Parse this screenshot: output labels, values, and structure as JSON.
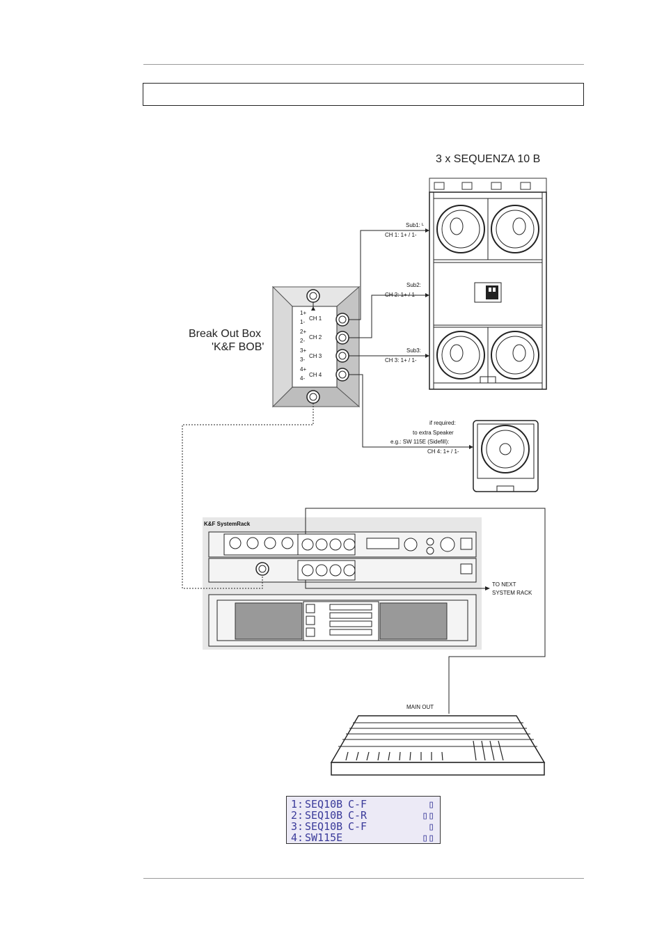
{
  "page": {
    "header_box_text": ""
  },
  "diagram": {
    "array_title": "3 x SEQUENZA 10 B",
    "bob_title_line1": "Break Out Box",
    "bob_title_line2": "'K&F BOB'",
    "bob_channels": [
      {
        "plus": "1+",
        "minus": "1-",
        "label": "CH 1"
      },
      {
        "plus": "2+",
        "minus": "2-",
        "label": "CH 2"
      },
      {
        "plus": "3+",
        "minus": "3-",
        "label": "CH 3"
      },
      {
        "plus": "4+",
        "minus": "4-",
        "label": "CH 4"
      }
    ],
    "sub1_name": "Sub1: ᴸ",
    "sub1_ch": "CH 1: 1+ / 1-",
    "sub2_name": "Sub2:",
    "sub2_ch": "CH 2: 1+ / 1-",
    "sub3_name": "Sub3:",
    "sub3_ch": "CH 3: 1+ / 1-",
    "extra_line1": "if required:",
    "extra_line2": "to extra Speaker",
    "extra_line3": "e.g.: SW 115E (Sidefill):",
    "extra_ch": "CH 4: 1+ / 1-",
    "rack_title": "K&F SystemRack",
    "next_rack_line1": "TO NEXT",
    "next_rack_line2": "SYSTEM RACK",
    "main_out": "MAIN OUT"
  },
  "lcd": {
    "rows": [
      {
        "num": "1:",
        "model": "SEQ10B",
        "pos": "C-F",
        "status": "▯"
      },
      {
        "num": "2:",
        "model": "SEQ10B",
        "pos": "C-R",
        "status": "▯▯"
      },
      {
        "num": "3:",
        "model": "SEQ10B",
        "pos": "C-F",
        "status": "▯"
      },
      {
        "num": "4:",
        "model": "SW115E",
        "pos": "",
        "status": "▯▯"
      }
    ]
  }
}
